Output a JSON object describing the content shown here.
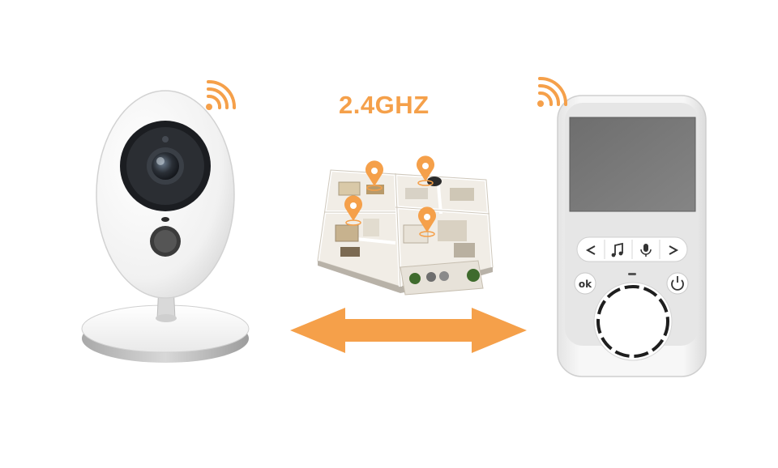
{
  "frequency_label": "2.4GHZ",
  "monitor": {
    "ok_label": "ok",
    "nav_buttons": [
      "left-arrow-icon",
      "music-note-icon",
      "microphone-icon",
      "right-arrow-icon"
    ],
    "power_button": "power-icon"
  },
  "icons": {
    "camera_signal": "wifi-signal-icon",
    "monitor_signal": "wifi-signal-icon",
    "arrow": "double-arrow-icon",
    "floor_plan": "house-floorplan-illustration",
    "location_pins": [
      "location-pin-icon",
      "location-pin-icon",
      "location-pin-icon",
      "location-pin-icon"
    ]
  },
  "colors": {
    "accent": "#f5a04a",
    "device_white": "#f7f7f7",
    "screen": "#7a7a7a",
    "panel": "#e6e6e6"
  }
}
